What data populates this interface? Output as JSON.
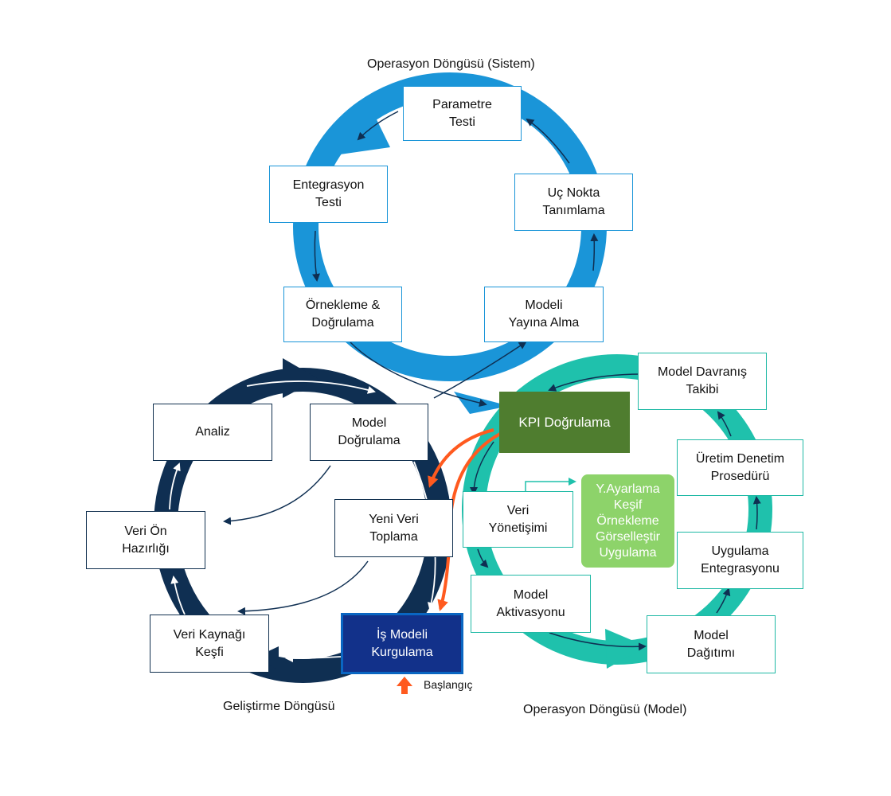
{
  "captions": {
    "top": "Operasyon Döngüsü (Sistem)",
    "left": "Geliştirme Döngüsü",
    "right": "Operasyon Döngüsü (Model)",
    "start": "Başlangıç"
  },
  "colors": {
    "system_ring": "#1a95d8",
    "dev_ring": "#0f2f52",
    "model_ring": "#1fc1ac",
    "kpi": "#4f7d2f",
    "green_box": "#8dd36a",
    "start_arrow": "#ff5a1f",
    "business_box": "#12318a"
  },
  "system_cycle": {
    "parametre": "Parametre\nTesti",
    "entegrasyon": "Entegrasyon\nTesti",
    "uc_nokta": "Uç Nokta\nTanımlama",
    "ornekleme": "Örnekleme &\nDoğrulama",
    "modeli_yayina": "Modeli\nYayına Alma"
  },
  "dev_cycle": {
    "analiz": "Analiz",
    "model_dogrulama": "Model\nDoğrulama",
    "veri_on": "Veri Ön\nHazırlığı",
    "yeni_veri": "Yeni Veri\nToplama",
    "veri_kaynagi": "Veri Kaynağı\nKeşfi",
    "is_modeli": "İş Modeli\nKurgulama"
  },
  "model_cycle": {
    "kpi": "KPI Doğrulama",
    "davranis": "Model Davranış\nTakibi",
    "uretim": "Üretim Denetim\nProsedürü",
    "veri_yonetimi": "Veri\nYönetişimi",
    "tasks": "Y.Ayarlama\nKeşif\nÖrnekleme\nGörselleştir\nUygulama",
    "uygulama": "Uygulama\nEntegrasyonu",
    "aktivasyon": "Model\nAktivasyonu",
    "dagitim": "Model\nDağıtımı"
  }
}
